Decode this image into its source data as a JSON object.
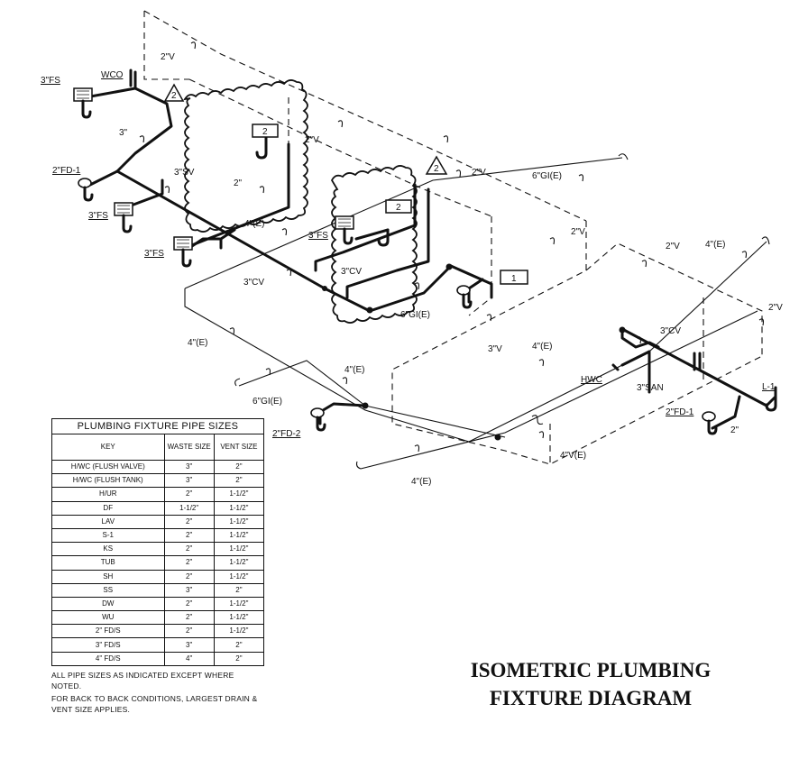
{
  "title": {
    "line1": "ISOMETRIC PLUMBING",
    "line2": "FIXTURE DIAGRAM"
  },
  "table": {
    "caption": "PLUMBING FIXTURE PIPE SIZES",
    "headers": [
      "KEY",
      "WASTE SIZE",
      "VENT SIZE"
    ],
    "rows": [
      [
        "H/WC (FLUSH VALVE)",
        "3\"",
        "2\""
      ],
      [
        "H/WC (FLUSH TANK)",
        "3\"",
        "2\""
      ],
      [
        "H/UR",
        "2\"",
        "1-1/2\""
      ],
      [
        "DF",
        "1-1/2\"",
        "1-1/2\""
      ],
      [
        "LAV",
        "2\"",
        "1-1/2\""
      ],
      [
        "S-1",
        "2\"",
        "1-1/2\""
      ],
      [
        "KS",
        "2\"",
        "1-1/2\""
      ],
      [
        "TUB",
        "2\"",
        "1-1/2\""
      ],
      [
        "SH",
        "2\"",
        "1-1/2\""
      ],
      [
        "SS",
        "3\"",
        "2\""
      ],
      [
        "DW",
        "2\"",
        "1-1/2\""
      ],
      [
        "WU",
        "2\"",
        "1-1/2\""
      ],
      [
        "2\" FD/S",
        "2\"",
        "1-1/2\""
      ],
      [
        "3\" FD/S",
        "3\"",
        "2\""
      ],
      [
        "4\" FD/S",
        "4\"",
        "2\""
      ]
    ],
    "notes": [
      "ALL PIPE SIZES AS INDICATED EXCEPT WHERE NOTED.",
      "FOR BACK TO BACK CONDITIONS, LARGEST DRAIN & VENT SIZE APPLIES."
    ]
  },
  "labels": {
    "fs_top": "3\"FS",
    "wco": "WCO",
    "v2_top": "2\"V",
    "tri1": "2",
    "box_a": "2",
    "pipe_3": "3\"",
    "v2_b": "2\"V",
    "fd1_left": "2\"FD-1",
    "sv3": "3\"SV",
    "tri2": "2",
    "v2_c": "2\"V",
    "gi6_top": "6\"GI(E)",
    "pipe_2": "2\"",
    "fs_mid": "3\"FS",
    "e4_a": "4\"(E)",
    "fs_low1": "3\"FS",
    "box_b": "2",
    "fs_low2": "3\"FS",
    "cv3_a": "3\"CV",
    "cv3_b": "3\"CV",
    "v2_d": "2\"V",
    "box_c": "1",
    "gi6_mid": "6\"GI(E)",
    "e4_b": "4\"(E)",
    "v3": "3\"V",
    "v2_e": "2\"V",
    "e4_c": "4\"(E)",
    "v2_f": "2\"V",
    "cv3_c": "3\"CV",
    "e4_d": "4\"(E)",
    "e4_e": "4\"(E)",
    "gi6_low": "6\"GI(E)",
    "hwc": "HWC",
    "san3": "3\"SAN",
    "l1": "L-1",
    "fd2": "2\"FD-2",
    "fd1_right": "2\"FD-1",
    "pipe_2b": "2\"",
    "ve4": "4\"V(E)",
    "e4_f": "4\"(E)"
  }
}
